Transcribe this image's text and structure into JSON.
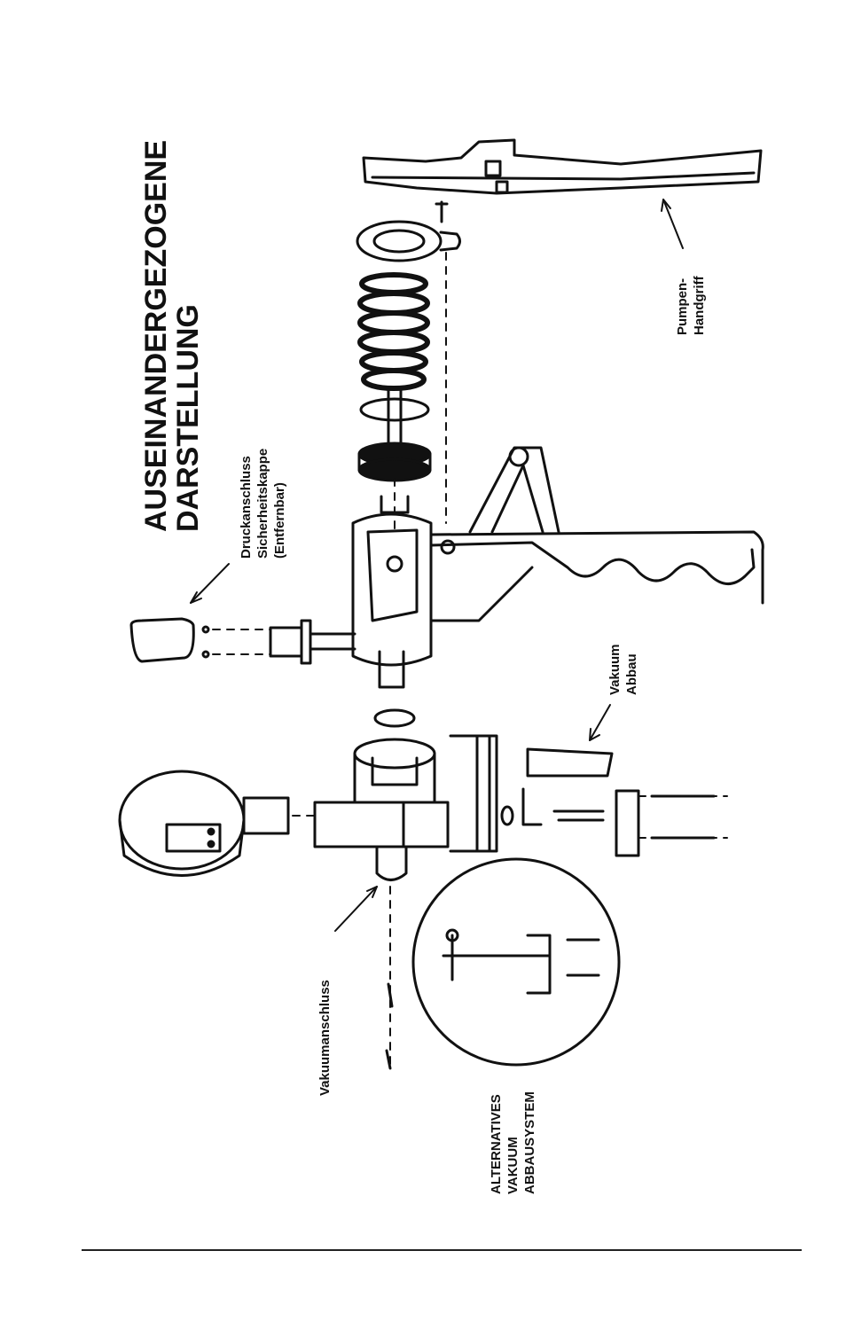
{
  "diagram": {
    "title_lines": [
      "AUSEINANDERGEZOGENE",
      "DARSTELLUNG"
    ],
    "labels": {
      "druckanschluss": [
        "Druckanschluss",
        "Sicherheitskappe",
        "(Entfernbar)"
      ],
      "pumpen_handgriff": [
        "Pumpen-",
        "Handgriff"
      ],
      "vakuum_abbau": [
        "Vakuum",
        "Abbau"
      ],
      "vakuumanschluss": [
        "Vakuumanschluss"
      ],
      "alternatives": [
        "ALTERNATIVES",
        "VAKUUM",
        "ABBAUSYSTEM"
      ]
    }
  },
  "colors": {
    "ink": "#111111",
    "paper": "#ffffff"
  }
}
